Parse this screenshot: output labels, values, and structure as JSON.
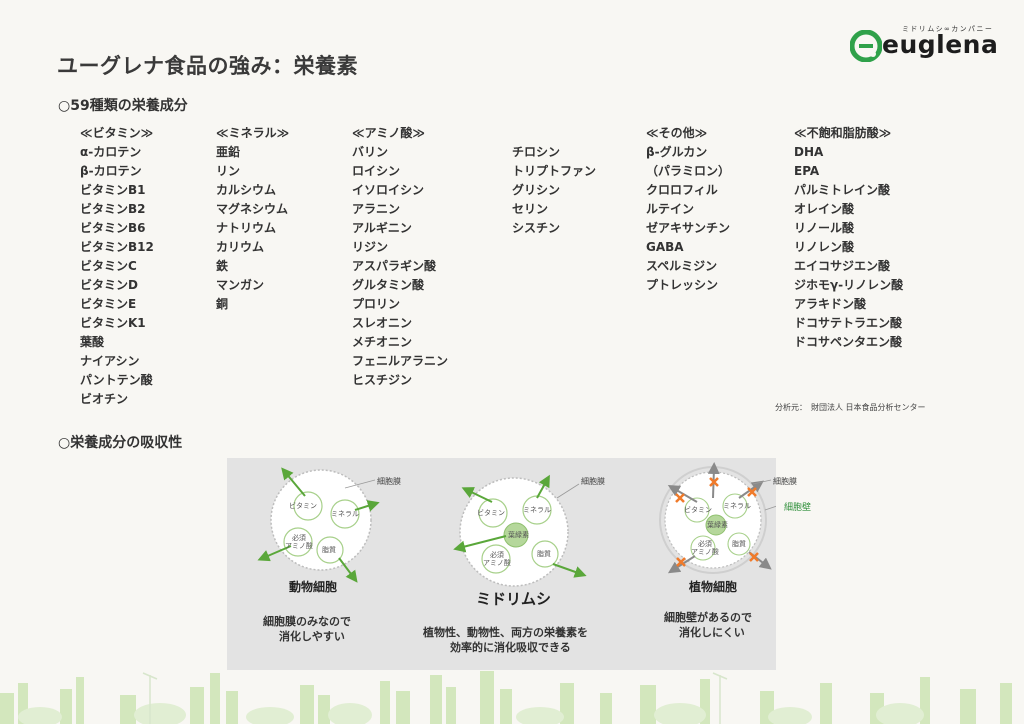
{
  "title": "ユーグレナ食品の強み：栄養素",
  "logo": {
    "tagline": "ミドリムシ∞カンパニー",
    "wordmark": "euglena"
  },
  "section1": "○59種類の栄養成分",
  "columns": [
    {
      "header": "≪ビタミン≫",
      "items": [
        "α-カロテン",
        "β-カロテン",
        "ビタミンB1",
        "ビタミンB2",
        "ビタミンB6",
        "ビタミンB12",
        "ビタミンC",
        "ビタミンD",
        "ビタミンE",
        "ビタミンK1",
        "葉酸",
        "ナイアシン",
        "パントテン酸",
        "ビオチン"
      ]
    },
    {
      "header": "≪ミネラル≫",
      "items": [
        "亜鉛",
        "リン",
        "カルシウム",
        "マグネシウム",
        "ナトリウム",
        "カリウム",
        "鉄",
        "マンガン",
        "銅"
      ]
    },
    {
      "header": "≪アミノ酸≫",
      "items": [
        "バリン",
        "ロイシン",
        "イソロイシン",
        "アラニン",
        "アルギニン",
        "リジン",
        "アスパラギン酸",
        "グルタミン酸",
        "プロリン",
        "スレオニン",
        "メチオニン",
        "フェニルアラニン",
        "ヒスチジン"
      ]
    },
    {
      "header": "",
      "items": [
        "チロシン",
        "トリプトファン",
        "グリシン",
        "セリン",
        "シスチン"
      ]
    },
    {
      "header": "≪その他≫",
      "items": [
        "β-グルカン",
        "（パラミロン）",
        "クロロフィル",
        "ルテイン",
        "ゼアキサンチン",
        "GABA",
        "スペルミジン",
        "プトレッシン"
      ]
    },
    {
      "header": "≪不飽和脂肪酸≫",
      "items": [
        "DHA",
        "EPA",
        "パルミトレイン酸",
        "オレイン酸",
        "リノール酸",
        "リノレン酸",
        "エイコサジエン酸",
        "ジホモγ-リノレン酸",
        "アラキドン酸",
        "ドコサテトラエン酸",
        "ドコサペンタエン酸"
      ]
    }
  ],
  "source": "分析元：　財団法人 日本食品分析センター",
  "section2": "○栄養成分の吸収性",
  "diagram": {
    "cell_animal": {
      "membrane": "細胞膜",
      "vitamin": "ビタミン",
      "mineral": "ミネラル",
      "amino": "必須\nアミノ酸",
      "lipid": "脂質",
      "name": "動物細胞",
      "note_line1": "細胞膜のみなので",
      "note_line2": "消化しやすい"
    },
    "cell_euglena": {
      "membrane": "細胞膜",
      "vitamin": "ビタミン",
      "mineral": "ミネラル",
      "chlorophyll": "葉緑素",
      "amino": "必須\nアミノ酸",
      "lipid": "脂質",
      "name": "ミドリムシ",
      "note_line1": "植物性、動物性、両方の栄養素を",
      "note_line2": "効率的に消化吸収できる"
    },
    "cell_plant": {
      "membrane": "細胞膜",
      "wall": "細胞壁",
      "vitamin": "ビタミン",
      "mineral": "ミネラル",
      "chlorophyll": "葉緑素",
      "amino": "必須\nアミノ酸",
      "lipid": "脂質",
      "name": "植物細胞",
      "note_line1": "細胞壁があるので",
      "note_line2": "消化しにくい"
    }
  },
  "colors": {
    "green": "#5aa73a",
    "light_green": "#a7d08a",
    "grey_arrow": "#8a8a8a",
    "orange": "#f07a2a",
    "brand_green": "#2fa14a"
  }
}
